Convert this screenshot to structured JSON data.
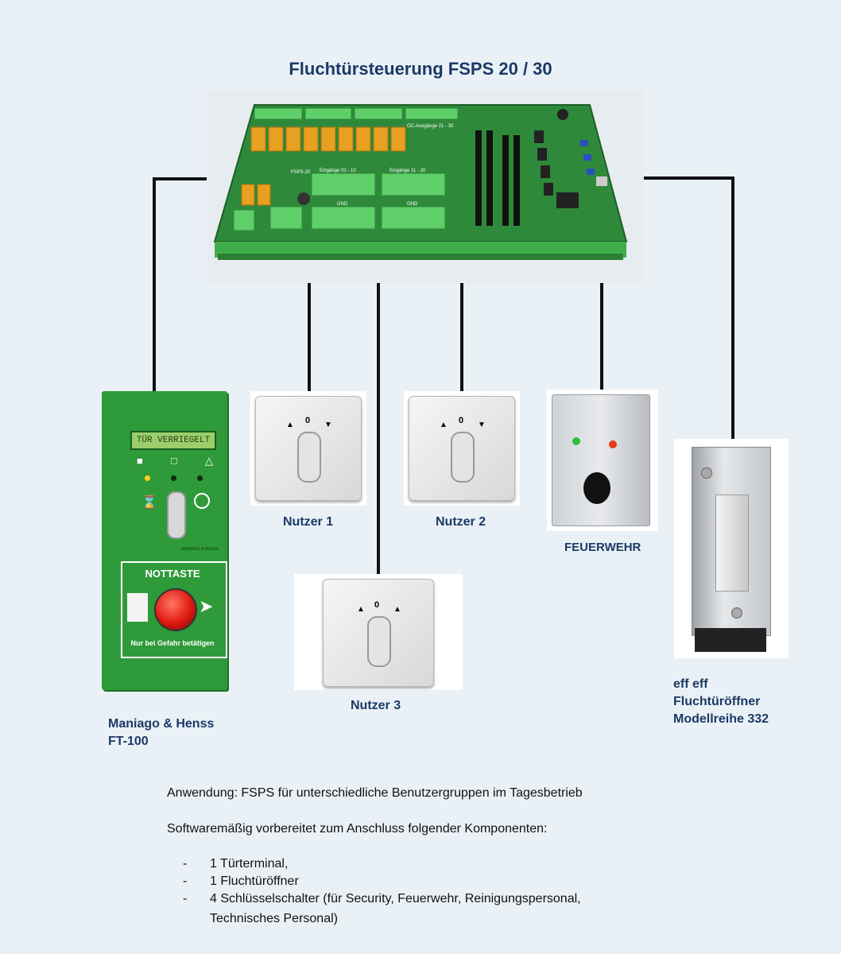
{
  "title": "Fluchtürsteuerung FSPS 20 / 30",
  "pcb": {
    "connector_labels": [
      "OC-Ausgänge 21 - 30",
      "Eingänge 02 - 10",
      "Eingänge 11 - 20",
      "GND",
      "GND",
      "FSPS-20"
    ]
  },
  "terminal": {
    "display": "TÜR VERRIEGELT",
    "brand": "MANIAGO & HENSS",
    "nottaste": "NOTTASTE",
    "warning": "Nur bei Gefahr betätigen",
    "label_line1": "Maniago & Henss",
    "label_line2": "FT-100",
    "color": "#2f9a3a"
  },
  "switches": {
    "nutzer1": "Nutzer 1",
    "nutzer2": "Nutzer 2",
    "nutzer3": "Nutzer 3",
    "center_mark": "0"
  },
  "feuerwehr": {
    "label": "FEUERWEHR"
  },
  "door_opener": {
    "line1": "eff eff",
    "line2": "Fluchtüröffner",
    "line3": "Modellreihe 332"
  },
  "footer": {
    "usage": "Anwendung: FSPS für unterschiedliche Benutzergruppen im Tagesbetrieb",
    "prepared": "Softwaremäßig vorbereitet zum Anschluss folgender Komponenten:",
    "items": [
      "1 Türterminal,",
      "1 Fluchtüröffner",
      "4 Schlüsselschalter (für Security, Feuerwehr, Reinigungspersonal,"
    ],
    "item_continuation": "Technisches Personal)"
  }
}
